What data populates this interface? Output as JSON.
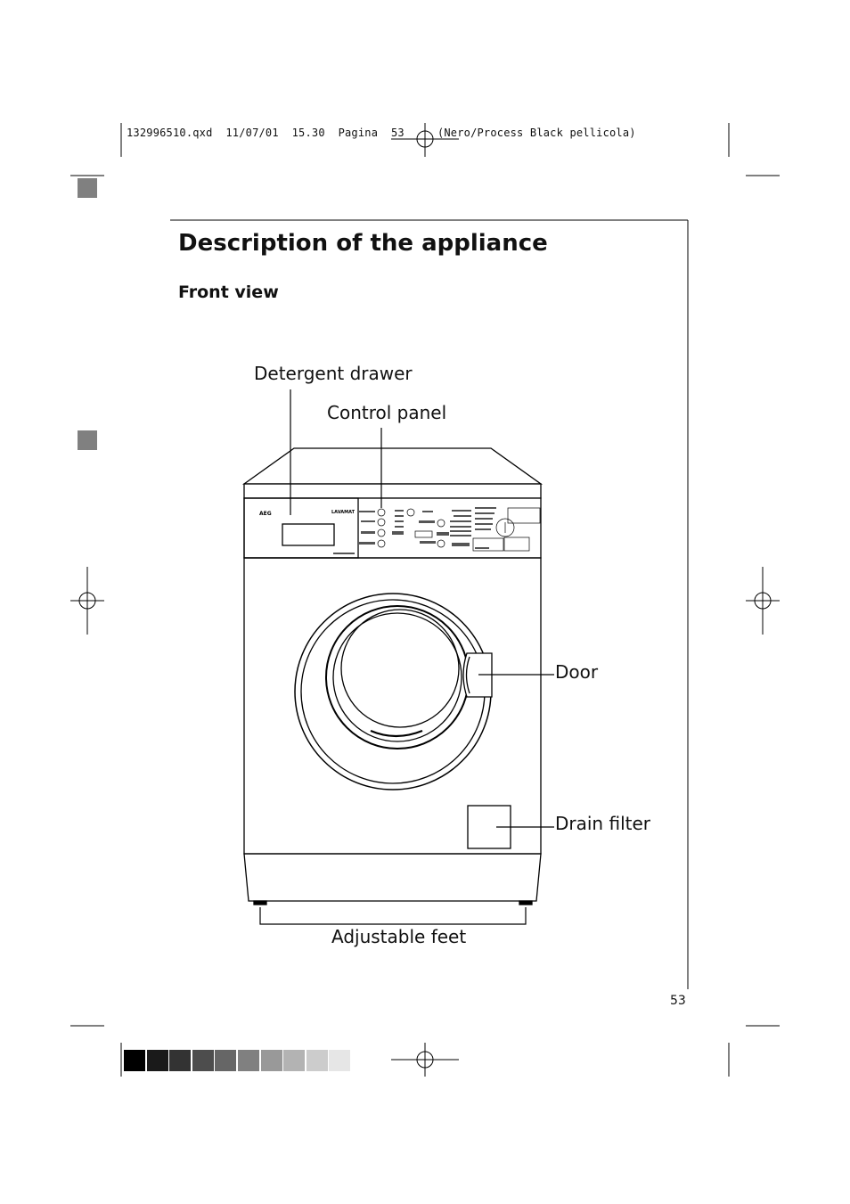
{
  "header": {
    "slug": "132996510.qxd  11/07/01  15.30  Pagina  53     (Nero/Process Black pellicola)"
  },
  "page": {
    "title": "Description of the appliance",
    "subtitle": "Front view",
    "number": "53"
  },
  "callouts": {
    "detergent_drawer": "Detergent drawer",
    "control_panel": "Control panel",
    "door": "Door",
    "drain_filter": "Drain filter",
    "adjustable_feet": "Adjustable feet"
  },
  "appliance": {
    "brand": "AEG",
    "model": "LAVAMAT"
  },
  "color_bar": [
    "#000000",
    "#1a1a1a",
    "#333333",
    "#4d4d4d",
    "#666666",
    "#808080",
    "#999999",
    "#b3b3b3",
    "#cccccc",
    "#e6e6e6"
  ]
}
